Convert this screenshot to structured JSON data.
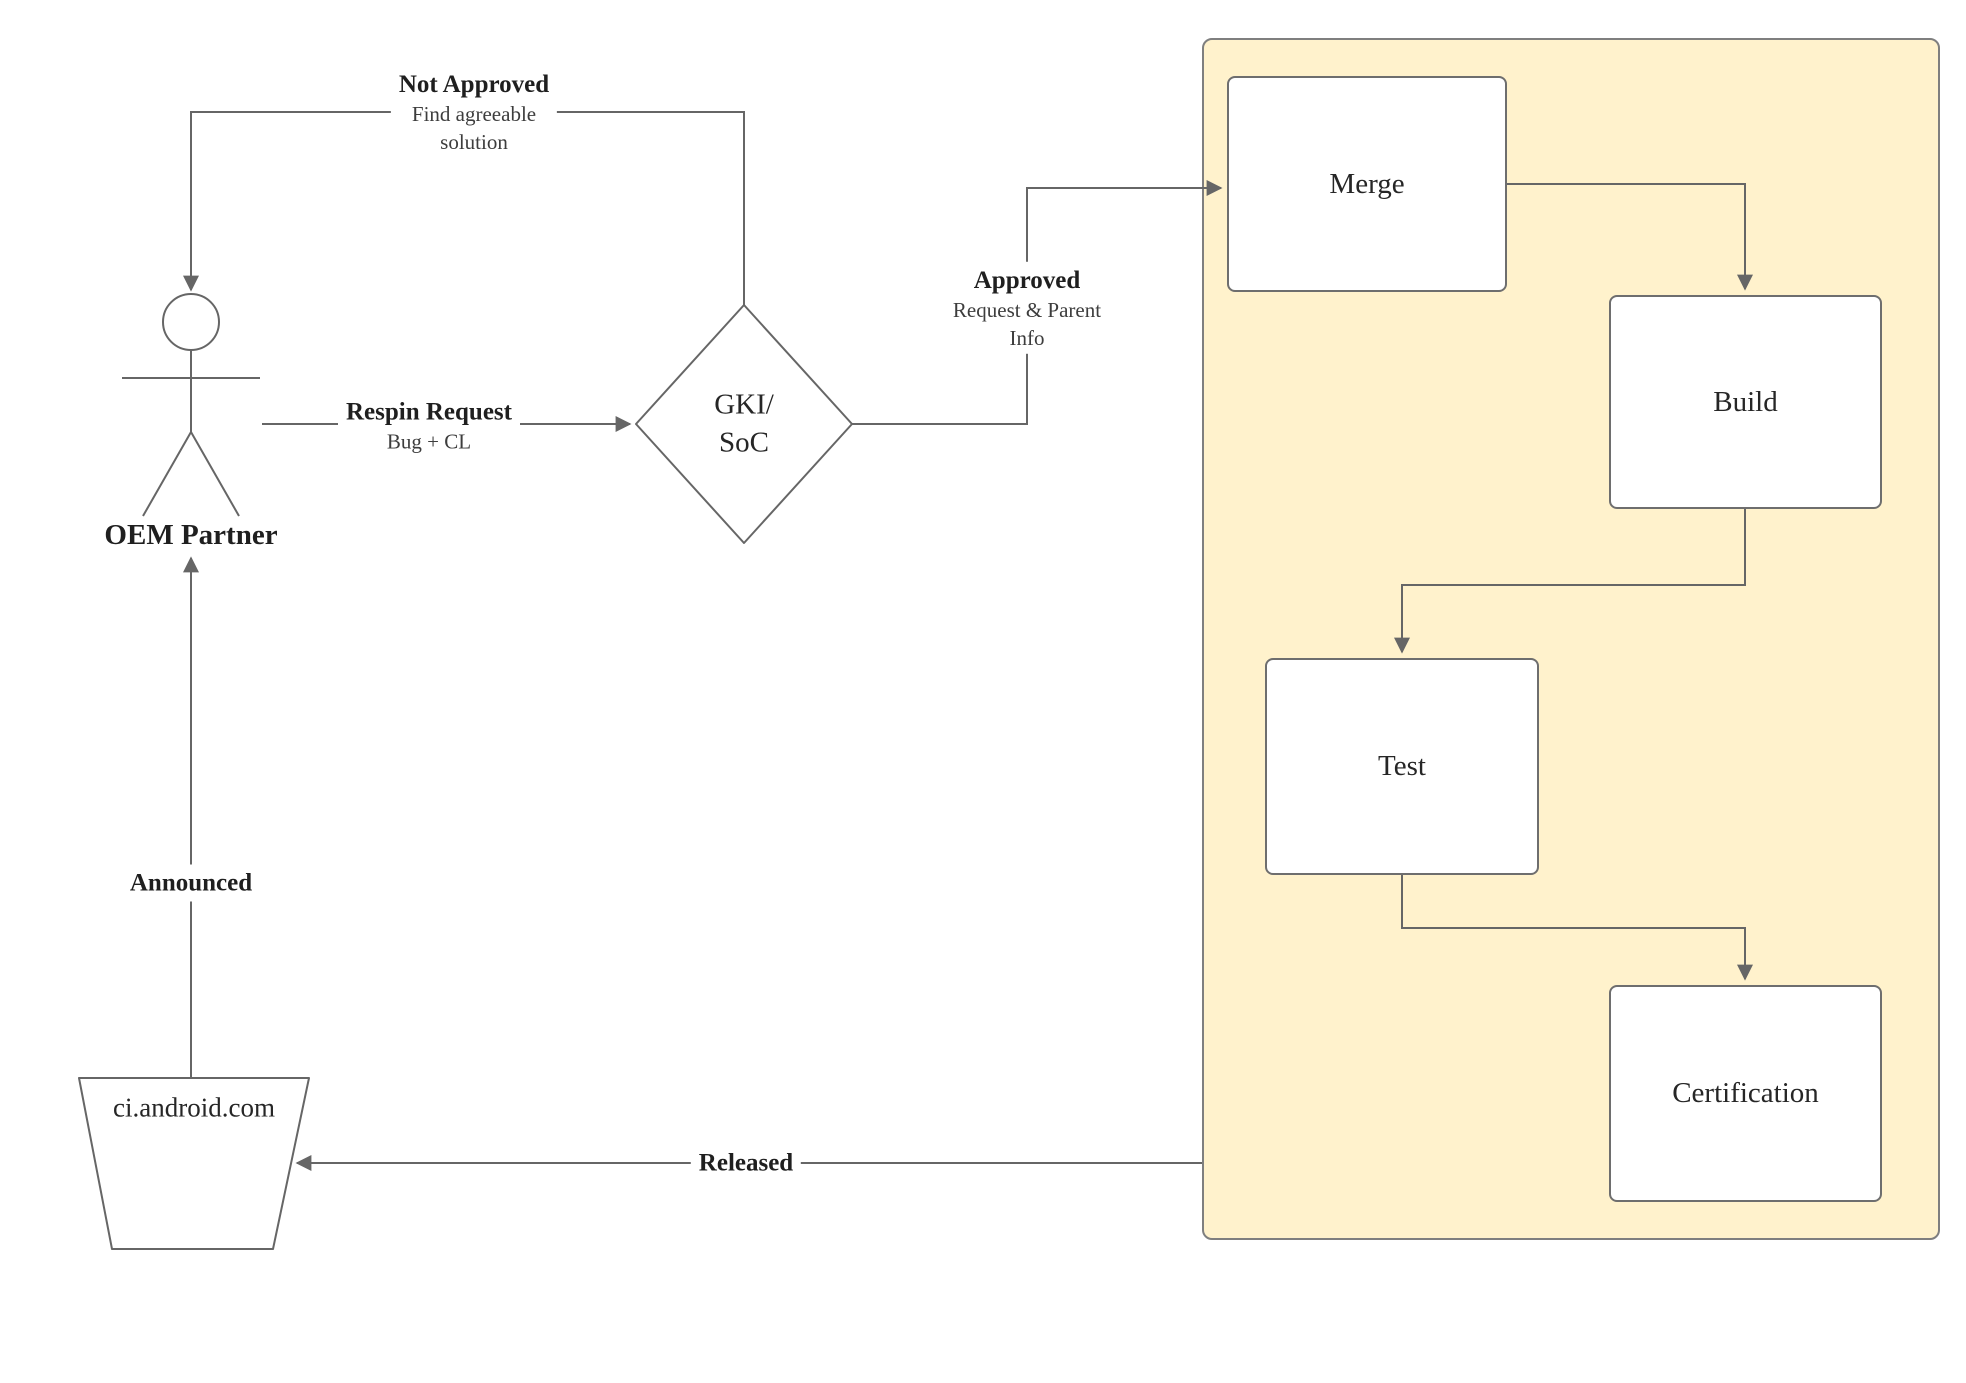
{
  "nodes": {
    "merge": {
      "label": "Merge"
    },
    "build": {
      "label": "Build"
    },
    "test": {
      "label": "Test"
    },
    "certification": {
      "label": "Certification"
    },
    "gki_soc": {
      "label": "GKI/\nSoC"
    },
    "oem_partner": {
      "label": "OEM Partner"
    },
    "ci_android": {
      "label": "ci.android.com"
    }
  },
  "edges": {
    "not_approved": {
      "title": "Not Approved",
      "subtitle": "Find agreeable\nsolution"
    },
    "respin": {
      "title": "Respin Request",
      "subtitle": "Bug + CL"
    },
    "approved": {
      "title": "Approved",
      "subtitle": "Request & Parent\nInfo"
    },
    "announced": {
      "title": "Announced"
    },
    "released": {
      "title": "Released"
    }
  },
  "colors": {
    "background": "#ffffff",
    "container_fill": "#fff2cc",
    "container_border": "#7f7f7f",
    "node_fill": "#ffffff",
    "node_border": "#6e6e6e",
    "edge_stroke": "#666666",
    "text": "#262626"
  }
}
